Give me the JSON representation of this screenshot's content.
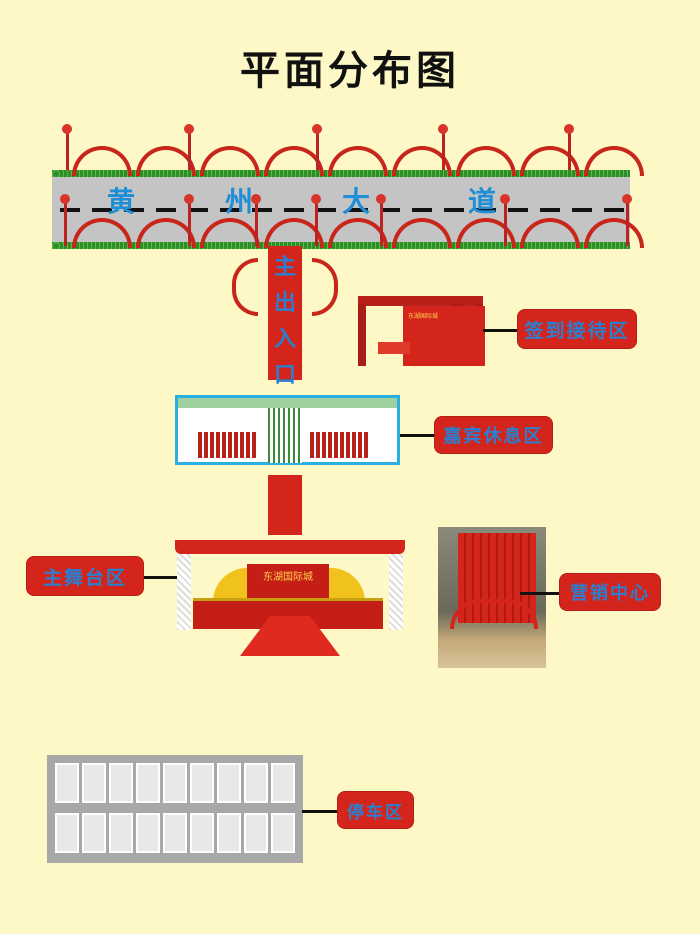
{
  "title": "平面分布图",
  "road": {
    "chars": [
      "黄",
      "州",
      "大",
      "道"
    ]
  },
  "entrance": {
    "chars": [
      "主",
      "出",
      "入",
      "口"
    ]
  },
  "zones": {
    "reception": "签到接待区",
    "vip_lounge": "嘉宾休息区",
    "main_stage": "主舞台区",
    "sales_center": "营销中心",
    "parking": "停车区"
  },
  "stage_banner": "东湖国际城",
  "tent_banner": "东湖国际城",
  "colors": {
    "background": "#fdf8c6",
    "red": "#d4251c",
    "blue": "#2b7fd0",
    "road": "#c4c4c4"
  }
}
